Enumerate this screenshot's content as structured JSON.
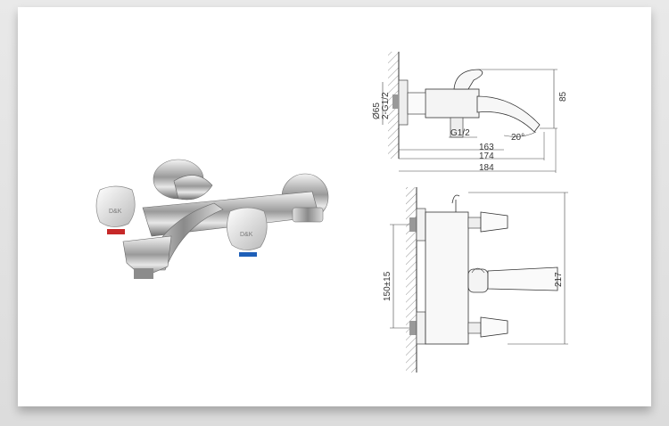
{
  "product": {
    "brand_marks": [
      "D&K",
      "D&K"
    ]
  },
  "top_view": {
    "dim_diameter": "Ø65",
    "dim_thread_top": "2-G1/2",
    "dim_height": "85",
    "dim_g12": "G1/2",
    "dim_angle": "20°",
    "dim_163": "163",
    "dim_174": "174",
    "dim_184": "184"
  },
  "front_view": {
    "dim_150": "150±15",
    "dim_217": "217"
  }
}
